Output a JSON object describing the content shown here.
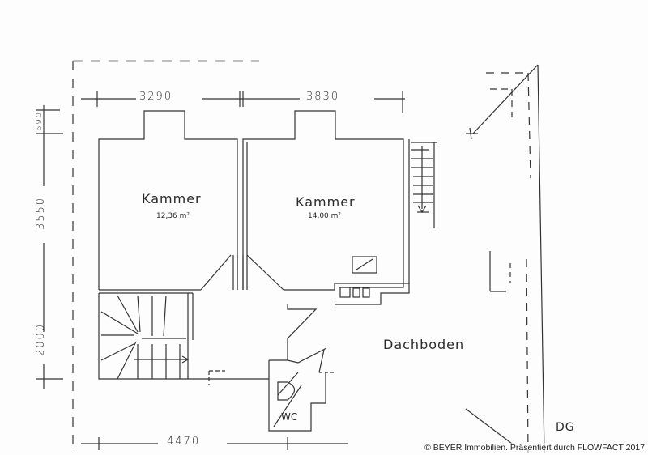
{
  "floor_plan": {
    "level_label": "DG",
    "rooms": [
      {
        "name": "Kammer",
        "area": "12,36 m²"
      },
      {
        "name": "Kammer",
        "area": "14,00 m²"
      },
      {
        "name": "Dachboden"
      },
      {
        "name": "WC"
      }
    ],
    "dimensions": {
      "top": [
        "3290",
        "3830"
      ],
      "left": [
        "690",
        "3550",
        "2000"
      ],
      "bottom": [
        "4470"
      ]
    }
  },
  "credit": "© BEYER Immobilien. Präsentiert durch FLOWFACT 2017"
}
